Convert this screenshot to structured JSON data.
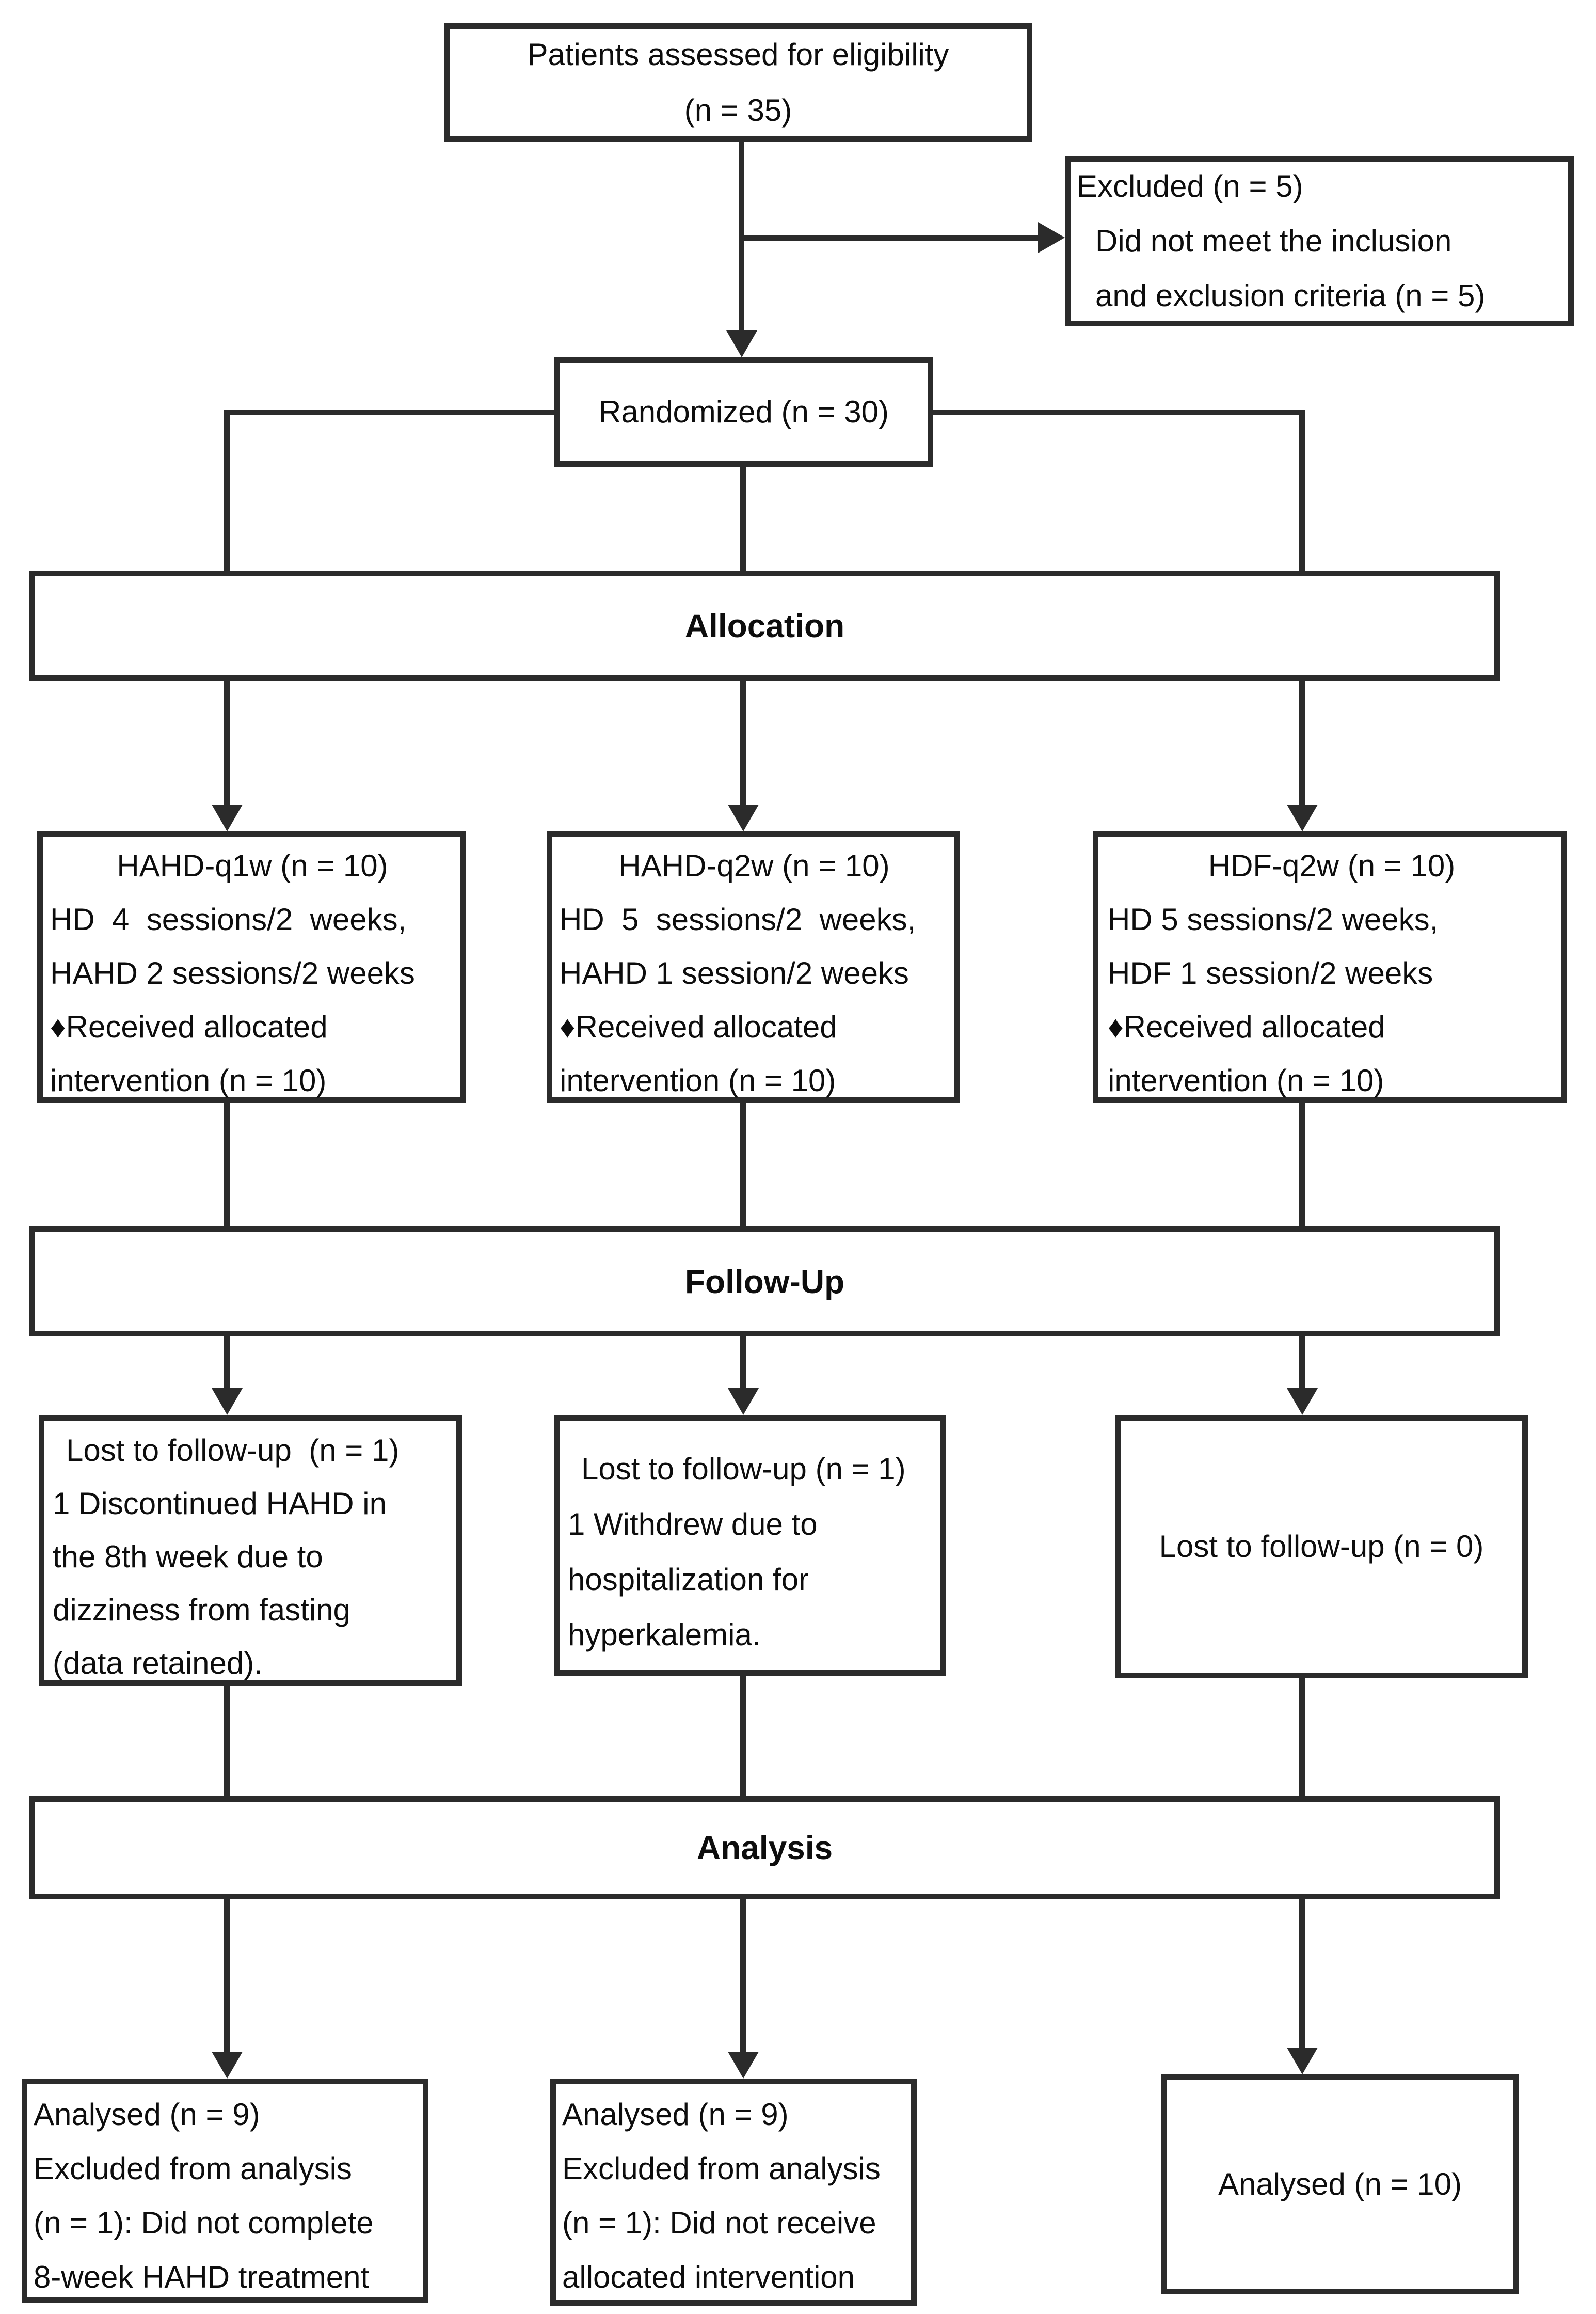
{
  "diagram": {
    "type": "consort-flowchart",
    "colors": {
      "border": "#2b2b2b",
      "line": "#2b2b2b",
      "text": "#0d0d0d",
      "background": "#ffffff"
    },
    "eligibility": {
      "lines": [
        "Patients assessed for eligibility",
        "(n = 35)"
      ]
    },
    "excluded": {
      "lines": [
        "Excluded (n = 5)",
        "Did not meet the inclusion",
        "and exclusion criteria (n = 5)"
      ]
    },
    "randomized": {
      "label": "Randomized (n = 30)"
    },
    "banners": {
      "allocation": "Allocation",
      "followup": "Follow-Up",
      "analysis": "Analysis"
    },
    "allocation": [
      {
        "title": "HAHD-q1w (n = 10)",
        "lines": [
          "HD  4  sessions/2  weeks,",
          "HAHD 2 sessions/2 weeks",
          "♦Received allocated",
          "intervention (n = 10)"
        ]
      },
      {
        "title": "HAHD-q2w (n = 10)",
        "lines": [
          "HD  5  sessions/2  weeks,",
          "HAHD 1 session/2 weeks",
          "♦Received allocated",
          "intervention (n = 10)"
        ]
      },
      {
        "title": "HDF-q2w (n = 10)",
        "lines": [
          "HD 5 sessions/2 weeks,",
          "HDF 1 session/2 weeks",
          "♦Received allocated",
          "intervention (n = 10)"
        ]
      }
    ],
    "followup": [
      {
        "lines": [
          "Lost to follow-up  (n = 1)",
          "1 Discontinued HAHD in",
          "the 8th week due to",
          "dizziness from fasting",
          "(data retained)."
        ]
      },
      {
        "lines": [
          "Lost to follow-up (n = 1)",
          "1 Withdrew due to",
          "hospitalization for",
          "hyperkalemia."
        ]
      },
      {
        "lines": [
          "Lost to follow-up (n = 0)"
        ]
      }
    ],
    "analysis": [
      {
        "lines": [
          "Analysed (n = 9)",
          "Excluded from analysis",
          "(n = 1): Did not complete",
          "8-week HAHD treatment"
        ]
      },
      {
        "lines": [
          "Analysed (n = 9)",
          "Excluded from analysis",
          "(n = 1): Did not receive",
          "allocated intervention"
        ]
      },
      {
        "lines": [
          "Analysed (n = 10)"
        ]
      }
    ]
  }
}
